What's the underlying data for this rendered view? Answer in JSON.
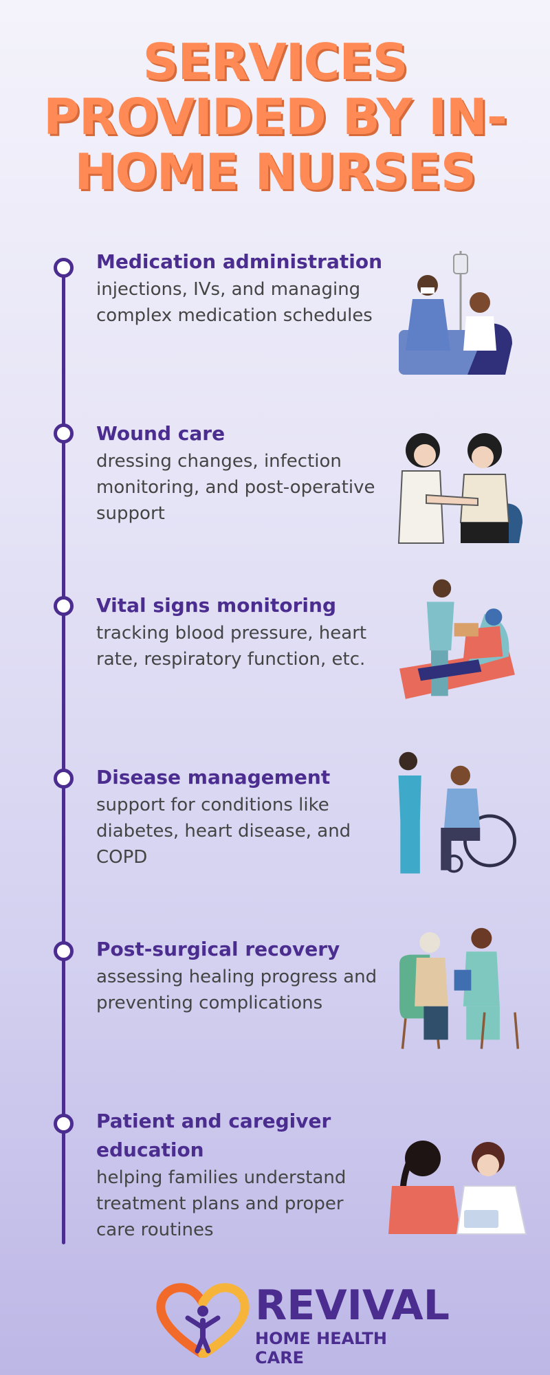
{
  "title": {
    "line1": "SERVICES",
    "line2": "PROVIDED BY IN-",
    "line3": "HOME NURSES"
  },
  "colors": {
    "title": "#ff8a55",
    "accent": "#4b2c8f",
    "body_text": "#444444"
  },
  "services": [
    {
      "heading": "Medication administration",
      "body": "injections, IVs, and managing complex medication schedules",
      "illustration": "nurse-administering-iv-illustration"
    },
    {
      "heading": "Wound care",
      "body": "dressing changes, infection monitoring, and post-operative support",
      "illustration": "nurse-dressing-wound-illustration"
    },
    {
      "heading": "Vital signs monitoring",
      "body": "tracking blood pressure, heart rate, respiratory function, etc.",
      "illustration": "nurse-checking-blood-pressure-illustration"
    },
    {
      "heading": "Disease management",
      "body": "support for conditions like diabetes, heart disease, and COPD",
      "illustration": "nurse-with-wheelchair-patient-illustration"
    },
    {
      "heading": "Post-surgical recovery",
      "body": "assessing healing progress and preventing complications",
      "illustration": "nurse-with-seated-elderly-patient-illustration"
    },
    {
      "heading": "Patient and caregiver education",
      "body": "helping families understand treatment plans and proper care routines",
      "illustration": "nurse-consulting-family-illustration"
    }
  ],
  "logo": {
    "name": "REVIVAL",
    "subtitle": "HOME HEALTH CARE",
    "icon": "heart-person-icon"
  }
}
